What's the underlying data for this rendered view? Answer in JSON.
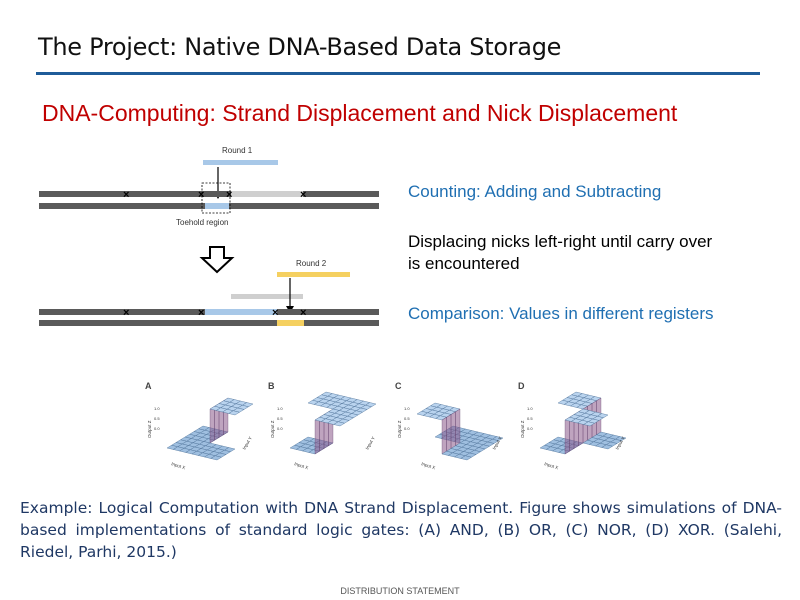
{
  "header": {
    "title": "The Project: Native DNA-Based Data Storage",
    "subtitle": "DNA-Computing: Strand Displacement and Nick Displacement"
  },
  "diagram": {
    "round1_label": "Round 1",
    "round2_label": "Round 2",
    "toehold_label": "Toehold region"
  },
  "bullets": {
    "b1": "Counting: Adding and Subtracting",
    "b2_line1": "Displacing nicks left-right until carry over",
    "b2_line2": "is encountered",
    "b3": "Comparison: Values in different registers"
  },
  "figure": {
    "panels": [
      {
        "letter": "A",
        "gate": "AND"
      },
      {
        "letter": "B",
        "gate": "OR"
      },
      {
        "letter": "C",
        "gate": "NOR"
      },
      {
        "letter": "D",
        "gate": "XOR"
      }
    ],
    "axis_x": "Input X",
    "axis_y": "Input Y",
    "axis_z": "Output Z",
    "tick_1": "1.0",
    "tick_05": "0.5",
    "tick_0": "0.0"
  },
  "caption": "Example: Logical Computation with DNA Strand Displacement. Figure shows simulations of DNA-based implementations of standard logic gates: (A) AND, (B) OR, (C) NOR, (D) XOR. (Salehi, Riedel, Parhi, 2015.)",
  "footer": "DISTRIBUTION STATEMENT",
  "colors": {
    "title_rule": "#1f5c99",
    "subtitle": "#c00000",
    "blue_text": "#1f6fb2",
    "caption": "#1f3864",
    "strand_dark": "#5a5a5a",
    "strand_light": "#cfcfcf",
    "strand_blue": "#a8c8e8",
    "strand_yellow": "#f5d060"
  }
}
